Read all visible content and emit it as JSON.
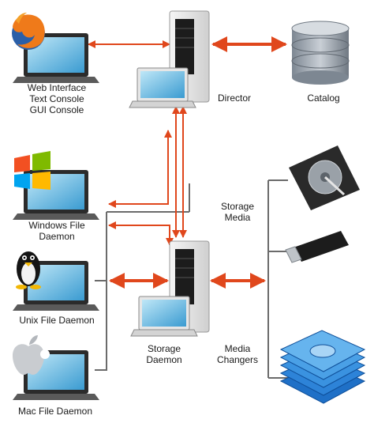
{
  "labels": {
    "web_console": [
      "Web Interface",
      "Text Console",
      "GUI Console"
    ],
    "director": "Director",
    "catalog": "Catalog",
    "windows_fd": [
      "Windows File",
      "Daemon"
    ],
    "unix_fd": "Unix File Daemon",
    "mac_fd": "Mac File Daemon",
    "storage_daemon": [
      "Storage",
      "Daemon"
    ],
    "storage_media": [
      "Storage",
      "Media"
    ],
    "media_changers": [
      "Media",
      "Changers"
    ]
  },
  "colors": {
    "arrow": "#e0471c",
    "line": "#6b6b6b",
    "screen": "#43a7d8",
    "tower": "#e9e9e9",
    "catalog": "#9aa3ad"
  },
  "icons": [
    "firefox-icon",
    "windows-logo-icon",
    "linux-tux-icon",
    "apple-logo-icon",
    "laptop-icon",
    "server-tower-icon",
    "database-icon",
    "hard-disk-icon",
    "usb-drive-icon",
    "disc-stack-icon"
  ]
}
